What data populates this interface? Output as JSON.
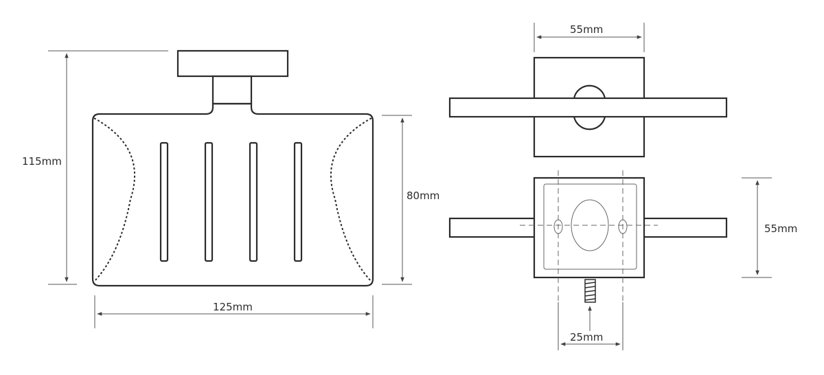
{
  "dimensions": {
    "height_total": "115mm",
    "width_tray": "125mm",
    "height_tray": "80mm",
    "width_plate_top": "55mm",
    "height_plate_side": "55mm",
    "screw_spacing": "25mm"
  },
  "colors": {
    "stroke": "#2b2b2b",
    "dim_line": "#555555",
    "background": "#ffffff"
  }
}
